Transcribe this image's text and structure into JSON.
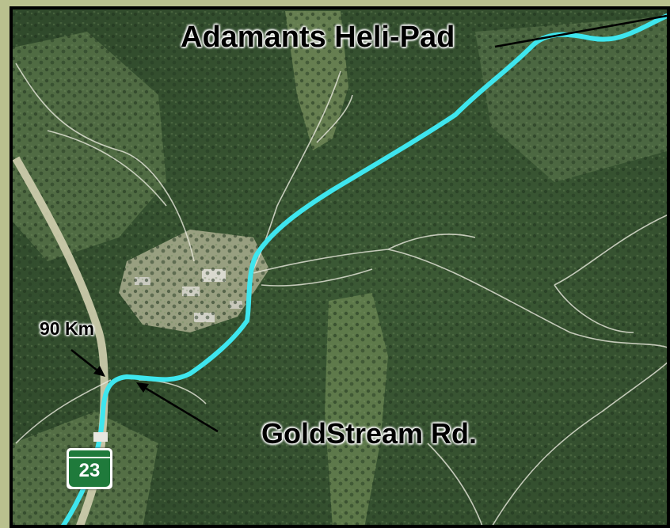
{
  "labels": {
    "helipad": "Adamants Heli-Pad",
    "distance": "90 Km",
    "road": "GoldStream Rd."
  },
  "highway_shield": {
    "route_number": "23",
    "color": "#1f7a3b"
  },
  "icons": [
    "map-frame",
    "highway-shield-icon"
  ],
  "colors": {
    "route_line": "#3ee6ee",
    "forest_dark": "#2f4a2c",
    "forest_light": "#5f7a4c",
    "clearing": "#8e9a70",
    "frame": "#000000"
  }
}
